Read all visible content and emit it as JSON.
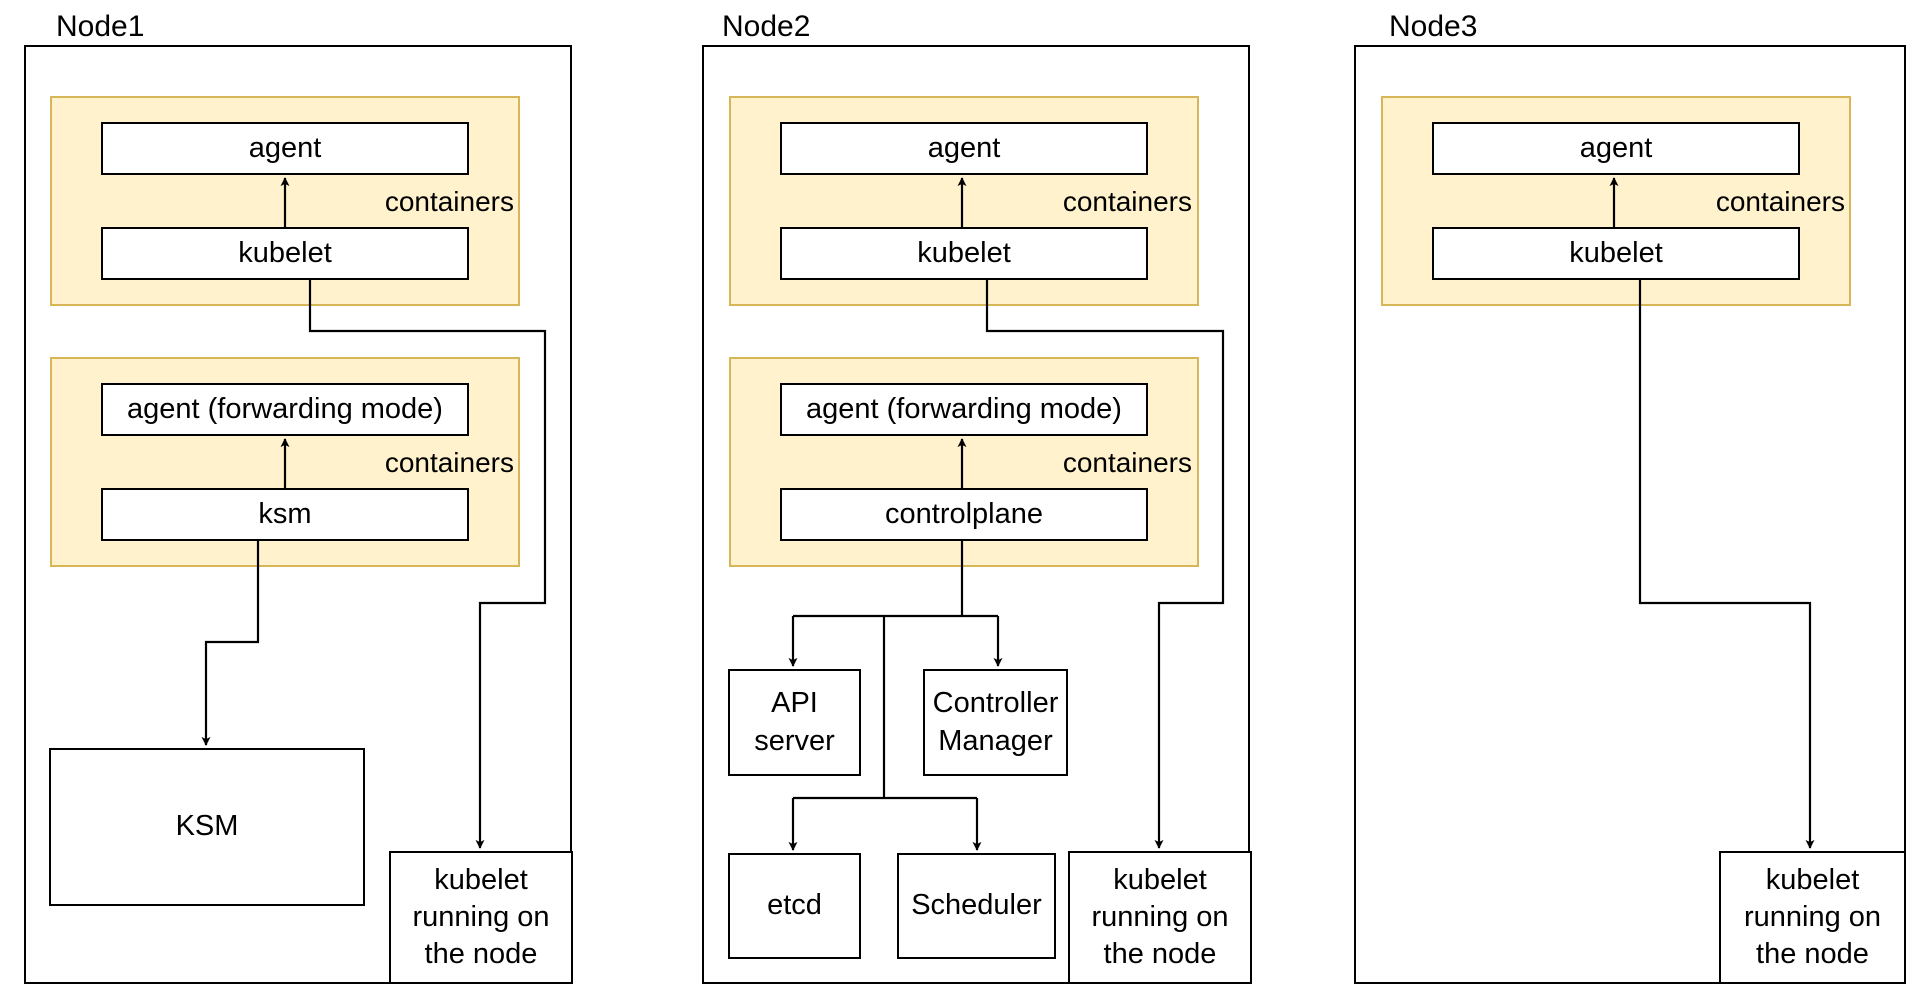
{
  "nodes": [
    {
      "title": "Node1",
      "groups": [
        {
          "label": "containers",
          "top": "agent",
          "bottom": "kubelet"
        },
        {
          "label": "containers",
          "top": "agent (forwarding mode)",
          "bottom": "ksm"
        }
      ],
      "ksm": "KSM",
      "kubelet_node": "kubelet\nrunning on\nthe node"
    },
    {
      "title": "Node2",
      "groups": [
        {
          "label": "containers",
          "top": "agent",
          "bottom": "kubelet"
        },
        {
          "label": "containers",
          "top": "agent (forwarding mode)",
          "bottom": "controlplane"
        }
      ],
      "api_server": "API\nserver",
      "controller_manager": "Controller\nManager",
      "etcd": "etcd",
      "scheduler": "Scheduler",
      "kubelet_node": "kubelet\nrunning on\nthe node"
    },
    {
      "title": "Node3",
      "groups": [
        {
          "label": "containers",
          "top": "agent",
          "bottom": "kubelet"
        }
      ],
      "kubelet_node": "kubelet\nrunning on\nthe node"
    }
  ]
}
